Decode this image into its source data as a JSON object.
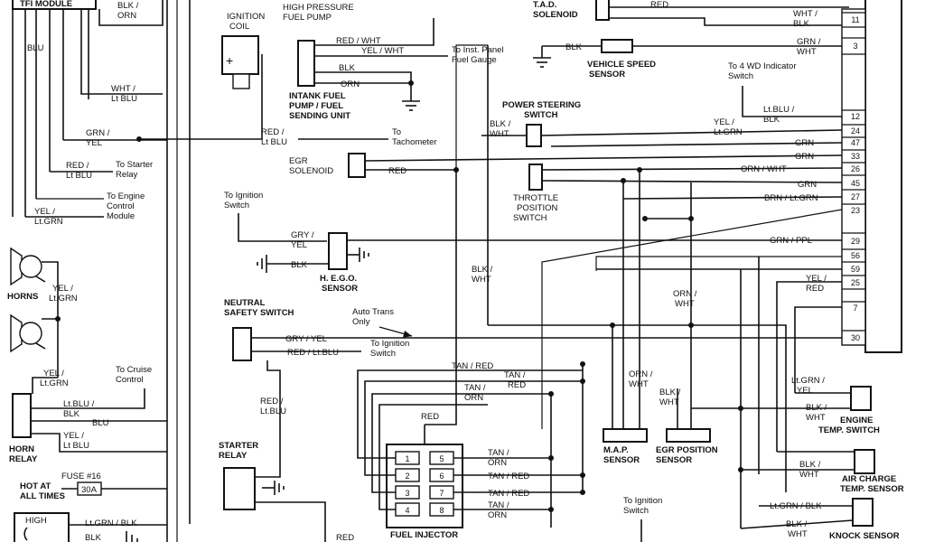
{
  "components": {
    "tfi_module": "TFI MODULE",
    "ignition_coil": [
      "IGNITION",
      "COIL"
    ],
    "high_pressure_pump": [
      "HIGH PRESSURE",
      "FUEL PUMP"
    ],
    "intank_pump": [
      "INTANK FUEL",
      "PUMP / FUEL",
      "SENDING UNIT"
    ],
    "tad_solenoid": [
      "T.A.D.",
      "SOLENOID"
    ],
    "vss": [
      "VEHICLE SPEED",
      "SENSOR"
    ],
    "power_steering": [
      "POWER STEERING",
      "SWITCH"
    ],
    "egr_solenoid": [
      "EGR",
      "SOLENOID"
    ],
    "tps": [
      "THROTTLE",
      "POSITION",
      "SWITCH"
    ],
    "hego": [
      "H. E.G.O.",
      "SENSOR"
    ],
    "neutral_safety": [
      "NEUTRAL",
      "SAFETY SWITCH"
    ],
    "horns": "HORNS",
    "horn_relay": [
      "HORN",
      "RELAY"
    ],
    "starter_relay": [
      "STARTER",
      "RELAY"
    ],
    "fuel_injector": "FUEL INJECTOR",
    "map": [
      "M.A.P.",
      "SENSOR"
    ],
    "egr_pos": [
      "EGR POSITION",
      "SENSOR"
    ],
    "ect": [
      "ENGINE",
      "TEMP. SWITCH"
    ],
    "act": [
      "AIR CHARGE",
      "TEMP. SENSOR"
    ],
    "knock": "KNOCK SENSOR",
    "hot_at_all_times": [
      "HOT AT",
      "ALL TIMES"
    ],
    "fuse": "FUSE #16",
    "fuse_rating": "30A",
    "high": "HIGH"
  },
  "notes": {
    "inst_panel": [
      "To Inst. Panel",
      "Fuel Gauge"
    ],
    "tachometer": "To Tachometer",
    "starter_relay": [
      "To Starter",
      "Relay"
    ],
    "engine_control": [
      "To Engine",
      "Control",
      "Module"
    ],
    "ignition_switch_1": [
      "To Ignition",
      "Switch"
    ],
    "ignition_switch_2": [
      "To Ignition",
      "Switch"
    ],
    "ignition_switch_3": [
      "To Ignition",
      "Switch"
    ],
    "cruise_control": [
      "To Cruise",
      "Control"
    ],
    "four_wd": [
      "To 4 WD Indicator",
      "Switch"
    ],
    "auto_trans": [
      "Auto Trans",
      "Only"
    ]
  },
  "wires": {
    "blk_orn_top": [
      "BLK /",
      "ORN"
    ],
    "blu": "BLU",
    "wht_ltblu": [
      "WHT /",
      "Lt BLU"
    ],
    "grn_yel": [
      "GRN /",
      "YEL"
    ],
    "red_ltblu_start": [
      "RED /",
      "Lt BLU"
    ],
    "yel_ltgrn_ecm": [
      "YEL /",
      "Lt.GRN"
    ],
    "red_ltblu_tach": [
      "RED /",
      "Lt BLU"
    ],
    "red_wht": "RED / WHT",
    "yel_wht": "YEL / WHT",
    "blk_pump": "BLK",
    "orn_pump": "ORN",
    "red_tad": "RED",
    "blk_vss": "BLK",
    "wht_blk_11": [
      "WHT /",
      "BLK"
    ],
    "grn_wht_3": [
      "GRN /",
      "WHT"
    ],
    "ltblu_blk_12": [
      "Lt.BLU /",
      "BLK"
    ],
    "blk_wht_ps": [
      "BLK /",
      "WHT"
    ],
    "yel_ltgrn_24": [
      "YEL /",
      "Lt.GRN"
    ],
    "grn_47": "GRN",
    "red_egr": "RED",
    "grn_33": "GRN",
    "orn_wht_26": "ORN / WHT",
    "grn_45": "GRN",
    "brn_ltgrn_27": "BRN / Lt.GRN",
    "gry_yel_hego": [
      "GRY /",
      "YEL"
    ],
    "blk_hego": "BLK",
    "grn_ppl_29": "GRN / PPL",
    "blk_wht_mid": [
      "BLK /",
      "WHT"
    ],
    "yel_red_25": [
      "YEL /",
      "RED"
    ],
    "orn_wht_mid": [
      "ORN /",
      "WHT"
    ],
    "yel_ltgrn_horn": [
      "YEL /",
      "Lt.GRN"
    ],
    "yel_ltgrn_relay": [
      "YEL /",
      "Lt.GRN"
    ],
    "gry_yel_ns": "GRY / YEL",
    "red_ltblu_ns": "RED / Lt.BLU",
    "ltblu_blk_cruise": [
      "Lt.BLU /",
      "BLK"
    ],
    "blu_relay": "BLU",
    "yel_ltblu_relay": [
      "YEL /",
      "Lt BLU"
    ],
    "red_ltblu_starter": [
      "RED /",
      "Lt.BLU"
    ],
    "tan_red_1": "TAN / RED",
    "tan_red_2": [
      "TAN /",
      "RED"
    ],
    "tan_orn_1": [
      "TAN /",
      "ORN"
    ],
    "red_inj": "RED",
    "orn_wht_map": [
      "ORN /",
      "WHT"
    ],
    "blk_wht_egrpos": [
      "BLK /",
      "WHT"
    ],
    "ltgrn_yel_ect": [
      "Lt.GRN /",
      "YEL"
    ],
    "blk_wht_ect": [
      "BLK /",
      "WHT"
    ],
    "tan_orn_2": [
      "TAN /",
      "ORN"
    ],
    "tan_red_3": "TAN / RED",
    "tan_red_4": "TAN / RED",
    "tan_orn_3": [
      "TAN /",
      "ORN"
    ],
    "blk_wht_act": [
      "BLK /",
      "WHT"
    ],
    "ltgrn_blk_knock": "Lt.GRN / BLK",
    "blk_wht_knock": [
      "BLK /",
      "WHT"
    ],
    "ltgrn_blk_high": "Lt.GRN / BLK",
    "blk_high": "BLK",
    "red_starter": "RED"
  },
  "pins": [
    "11",
    "3",
    "12",
    "24",
    "47",
    "33",
    "26",
    "45",
    "27",
    "23",
    "29",
    "56",
    "59",
    "25",
    "7",
    "30"
  ],
  "injector_pins": [
    "1",
    "5",
    "2",
    "6",
    "3",
    "7",
    "4",
    "8"
  ]
}
